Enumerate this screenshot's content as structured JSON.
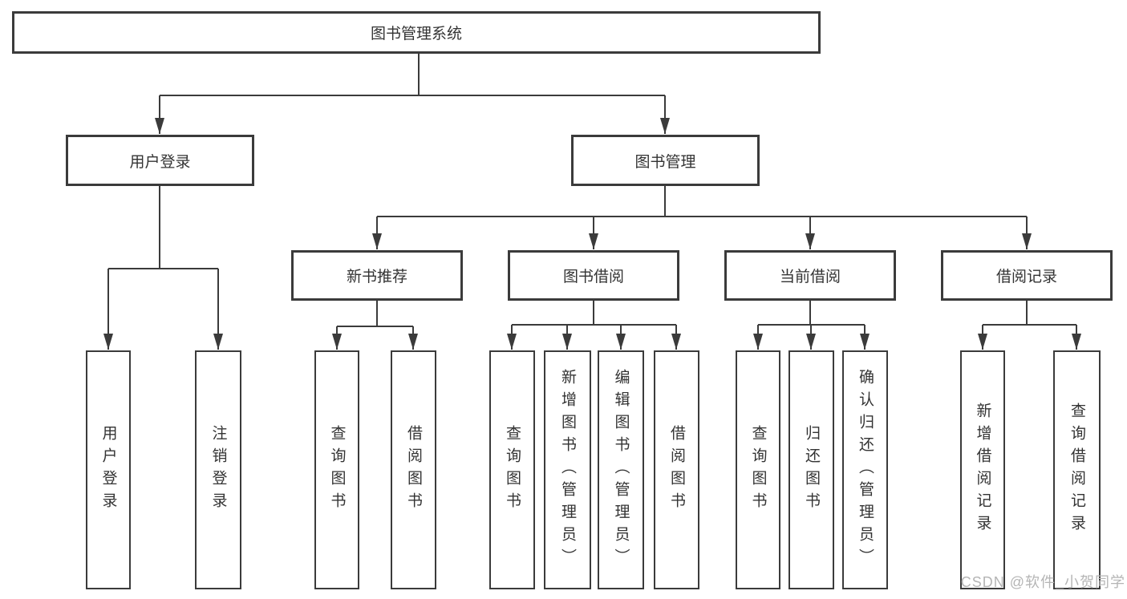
{
  "colors": {
    "background": "#ffffff",
    "line": "#3b3b3b",
    "box_border": "#3b3b3b",
    "text": "#333333",
    "watermark": "#b5b5b5"
  },
  "root": {
    "label": "图书管理系统"
  },
  "branches": {
    "user": {
      "label": "用户登录",
      "children": [
        {
          "label": "用户登录"
        },
        {
          "label": "注销登录"
        }
      ]
    },
    "book": {
      "label": "图书管理",
      "groups": [
        {
          "label": "新书推荐",
          "children": [
            {
              "label": "查询图书"
            },
            {
              "label": "借阅图书"
            }
          ]
        },
        {
          "label": "图书借阅",
          "children": [
            {
              "label": "查询图书"
            },
            {
              "label": "新增图书（管理员）"
            },
            {
              "label": "编辑图书（管理员）"
            },
            {
              "label": "借阅图书"
            }
          ]
        },
        {
          "label": "当前借阅",
          "children": [
            {
              "label": "查询图书"
            },
            {
              "label": "归还图书"
            },
            {
              "label": "确认归还（管理员）"
            }
          ]
        },
        {
          "label": "借阅记录",
          "children": [
            {
              "label": "新增借阅记录"
            },
            {
              "label": "查询借阅记录"
            }
          ]
        }
      ]
    }
  },
  "watermark": {
    "text": "CSDN @软件_小贺同学"
  }
}
